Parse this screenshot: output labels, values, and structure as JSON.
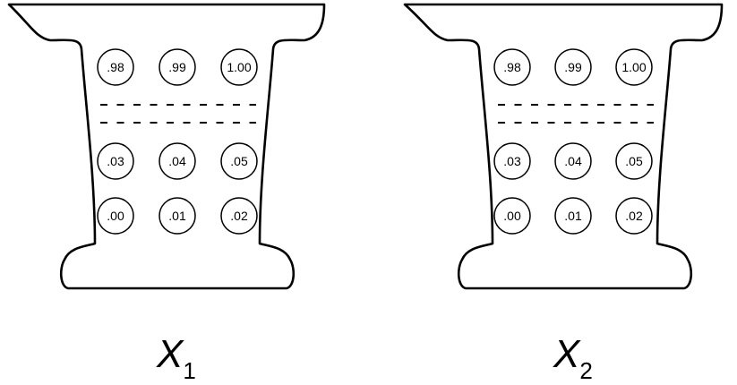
{
  "urns": [
    {
      "label": "X",
      "subscript": "1",
      "rows": [
        [
          ".98",
          ".99",
          "1.00"
        ],
        [
          ".03",
          ".04",
          ".05"
        ],
        [
          ".00",
          ".01",
          ".02"
        ]
      ]
    },
    {
      "label": "X",
      "subscript": "2",
      "rows": [
        [
          ".98",
          ".99",
          "1.00"
        ],
        [
          ".03",
          ".04",
          ".05"
        ],
        [
          ".00",
          ".01",
          ".02"
        ]
      ]
    }
  ]
}
